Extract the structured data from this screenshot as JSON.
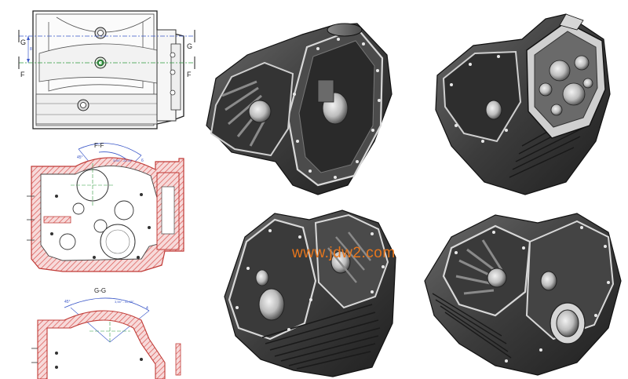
{
  "drawing": {
    "top_view": {
      "marker_g": "G",
      "marker_f": "F",
      "dim_note": "8"
    },
    "section_ff": {
      "title": "F-F",
      "angle_a": "45°",
      "angle_b": "3,55° - 22,35°",
      "angle_c": "6"
    },
    "section_gg": {
      "title": "G-G",
      "angle_a": "45°",
      "angle_b": "3,55° - 22,35°",
      "angle_c": "4"
    }
  },
  "renders": [
    {
      "view": "isometric-front-left"
    },
    {
      "view": "isometric-flange-right"
    },
    {
      "view": "isometric-bottom-left"
    },
    {
      "view": "isometric-bottom-right"
    }
  ],
  "watermark": {
    "text": "www.jdw2.com"
  },
  "colors": {
    "section_hatch": "#d9534f",
    "section_fill": "#f7dada",
    "dimension_blue": "#3a57c8",
    "centerline_green": "#2e9a3e",
    "casting_dark": "#3a3a3a",
    "watermark_orange": "#e8761c"
  }
}
